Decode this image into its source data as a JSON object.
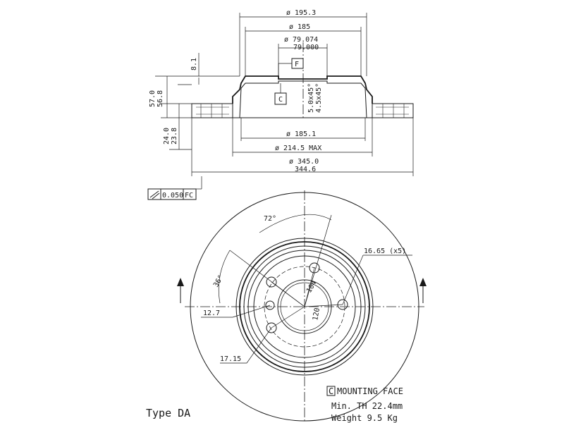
{
  "section_dims": {
    "d_outer_hat": "ø 195.3",
    "d_hat_top": "ø 185",
    "d_bore_max": "ø 79.074",
    "d_bore_min": "79.000",
    "d_inner": "ø 185.1",
    "d_max": "ø 214.5 MAX",
    "d_disc_max": "ø 345.0",
    "d_disc_min": "344.6",
    "flange_thk": "8.1",
    "height_max": "57.0",
    "height_min": "56.8",
    "thk_max": "24.0",
    "thk_min": "23.8",
    "chamfer_1": "5.0x45°",
    "chamfer_2": "4.5x45°",
    "datum_f": "F",
    "datum_c": "C",
    "tolerance_value": "0.050",
    "tolerance_ref": "FC"
  },
  "face_dims": {
    "angle_72": "72°",
    "angle_36": "36°",
    "pcd": "104",
    "pilot": "120",
    "holes": "16.65 (x5)",
    "hole_12": "12.7",
    "hole_17": "17.15"
  },
  "notes": {
    "c_box": "C",
    "mounting": "MOUNTING FACE",
    "min_th": "Min. TH 22.4mm",
    "weight": "Weight 9.5 Kg",
    "type": "Type DA"
  }
}
